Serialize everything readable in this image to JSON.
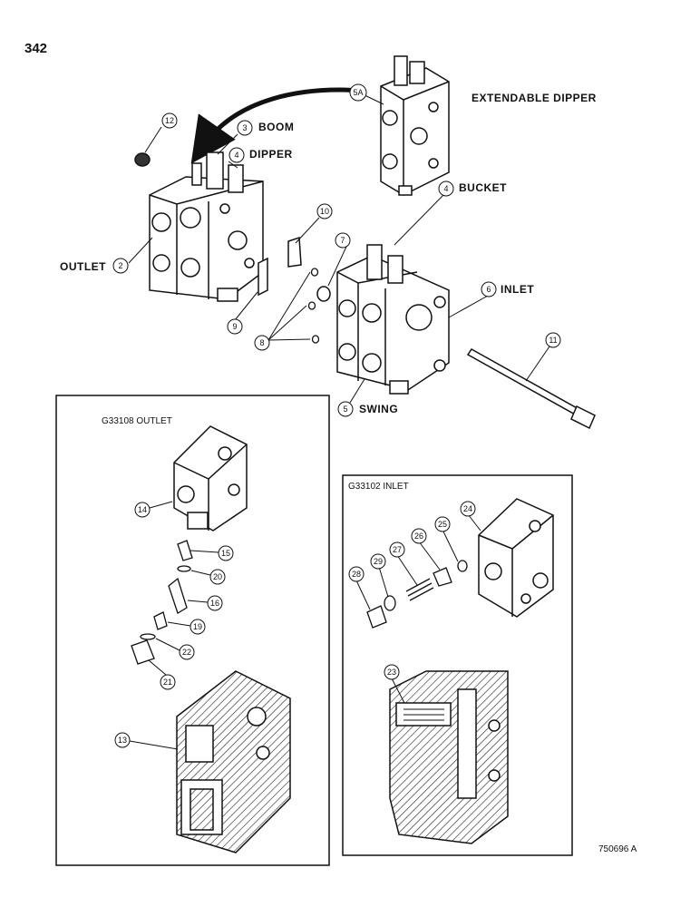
{
  "page_number": "342",
  "reference_code": "750696 A",
  "labels": {
    "boom": "BOOM",
    "dipper": "DIPPER",
    "extendable_dipper": "EXTENDABLE DIPPER",
    "bucket": "BUCKET",
    "outlet": "OUTLET",
    "inlet": "INLET",
    "swing": "SWING"
  },
  "boxes": {
    "outlet_title": "G33108 OUTLET",
    "inlet_title": "G33102 INLET"
  },
  "callouts": {
    "c2": "2",
    "c3": "3",
    "c4a": "4",
    "c4b": "4",
    "c5": "5",
    "c5a": "5A",
    "c6": "6",
    "c7": "7",
    "c8": "8",
    "c9": "9",
    "c10": "10",
    "c11": "11",
    "c12": "12",
    "c13": "13",
    "c14": "14",
    "c15": "15",
    "c16": "16",
    "c19": "19",
    "c20": "20",
    "c21": "21",
    "c22": "22",
    "c23": "23",
    "c24": "24",
    "c25": "25",
    "c26": "26",
    "c27": "27",
    "c28": "28",
    "c29": "29"
  }
}
